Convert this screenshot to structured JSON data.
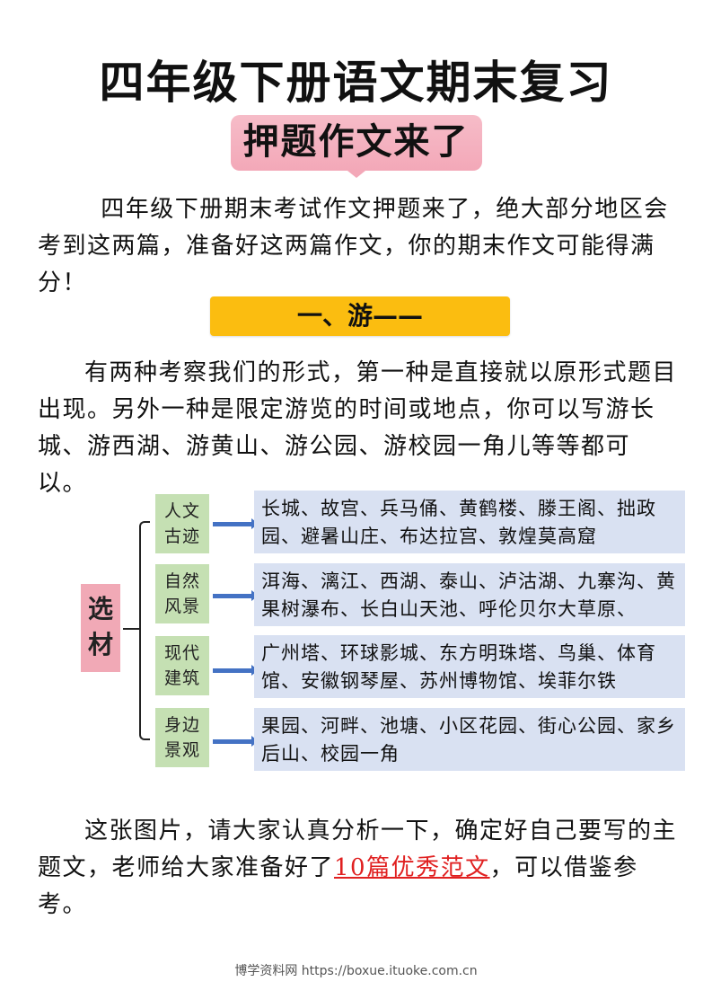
{
  "header": {
    "title": "四年级下册语文期末复习",
    "subtitle": "押题作文来了"
  },
  "intro": {
    "text": "四年级下册期末考试作文押题来了，绝大部分地区会考到这两篇，准备好这两篇作文，你的期末作文可能得满分！"
  },
  "section1": {
    "heading": "一、游——",
    "text": "有两种考察我们的形式，第一种是直接就以原形式题目出现。另外一种是限定游览的时间或地点，你可以写游长城、游西湖、游黄山、游公园、游校园一角儿等等都可以。"
  },
  "diagram": {
    "root_label_line1": "选",
    "root_label_line2": "材",
    "categories": [
      {
        "line1": "人文",
        "line2": "古迹",
        "items": "长城、故宫、兵马俑、黄鹤楼、滕王阁、拙政园、避暑山庄、布达拉宫、敦煌莫高窟"
      },
      {
        "line1": "自然",
        "line2": "风景",
        "items": "洱海、漓江、西湖、泰山、泸沽湖、九寨沟、黄果树瀑布、长白山天池、呼伦贝尔大草原、"
      },
      {
        "line1": "现代",
        "line2": "建筑",
        "items": "广州塔、环球影城、东方明珠塔、鸟巢、体育馆、安徽钢琴屋、苏州博物馆、埃菲尔铁"
      },
      {
        "line1": "身边",
        "line2": "景观",
        "items": "果园、河畔、池塘、小区花园、街心公园、家乡后山、校园一角"
      }
    ]
  },
  "closing": {
    "text_before": "这张图片，请大家认真分析一下，确定好自己要写的主题文，老师给大家准备好了",
    "link_text": "10篇优秀范文",
    "text_after": "，可以借鉴参考。"
  },
  "footer": {
    "text": "博学资料网 https://boxue.ituoke.com.cn"
  },
  "colors": {
    "subtitle_bg": "#f3a8b8",
    "section_bg": "#fbbd10",
    "category_bg": "#c5e0b3",
    "items_bg": "#d9e1f2",
    "arrow": "#4472c4",
    "link": "#e02020"
  }
}
